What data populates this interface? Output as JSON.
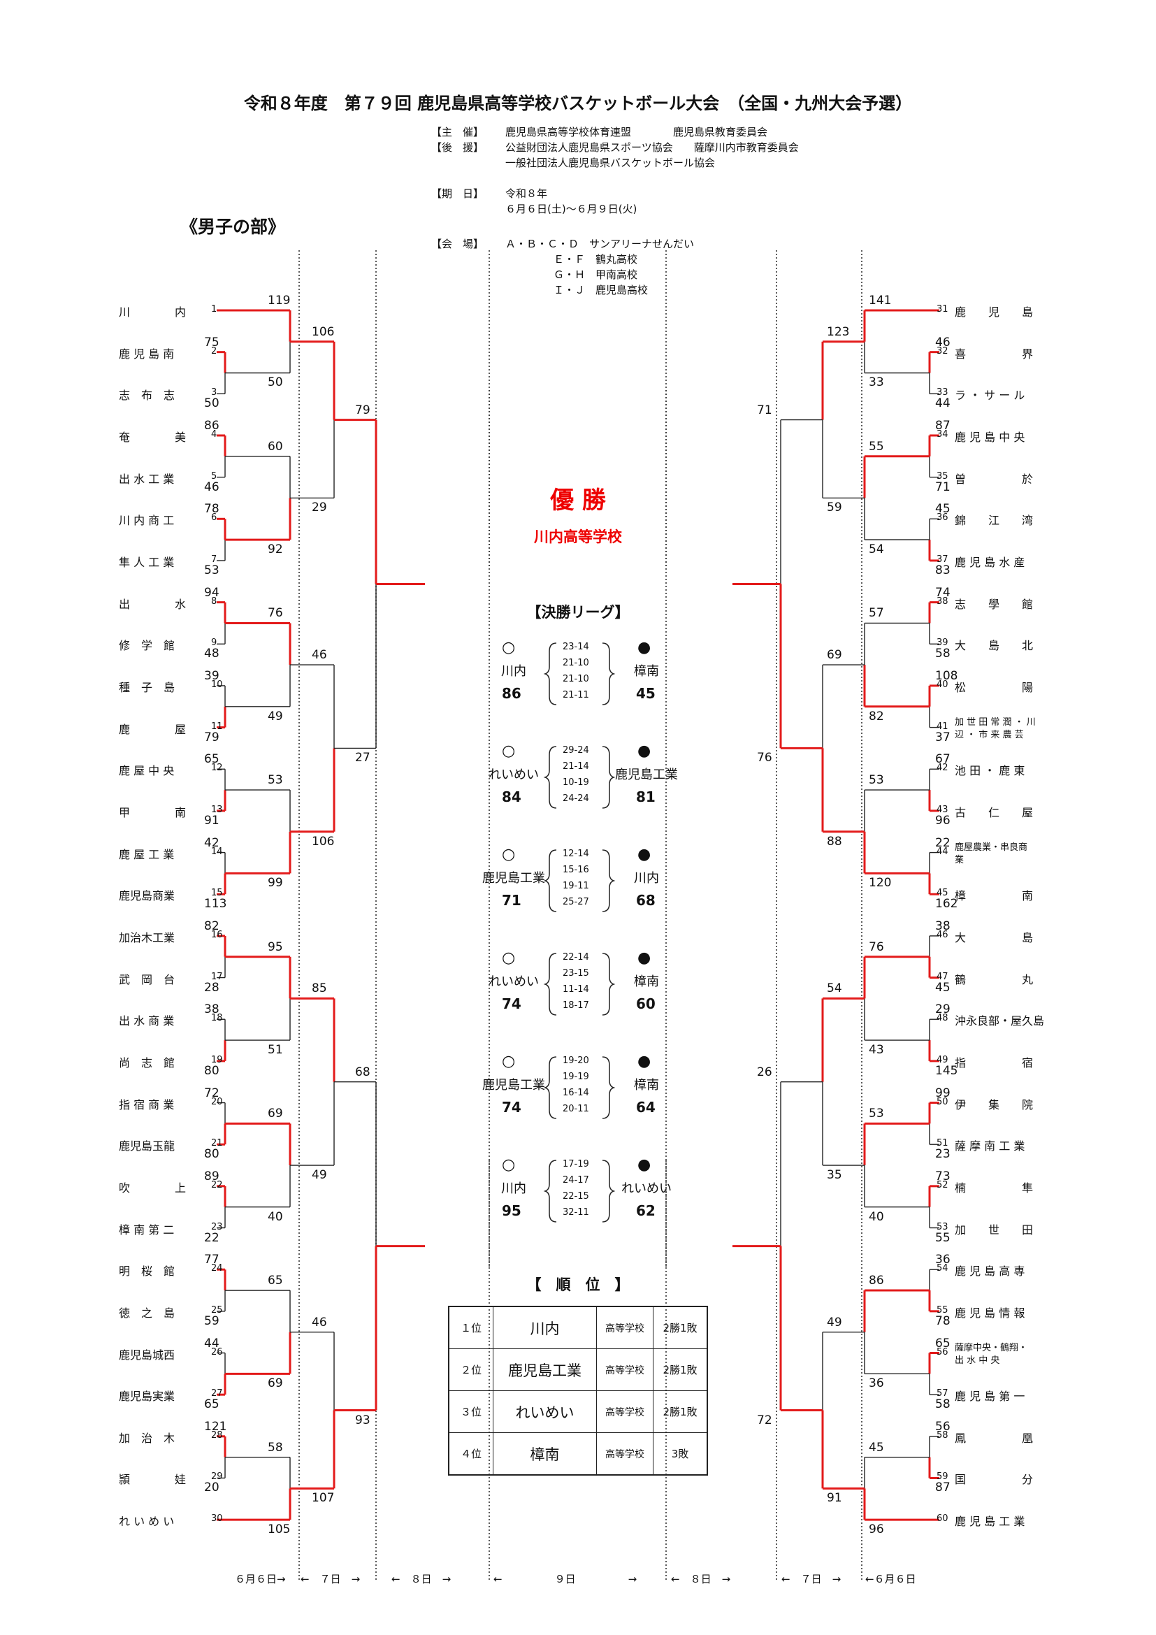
{
  "title": "令和８年度　第７９回 鹿児島県高等学校バスケットボール大会　（全国・九州大会予選）",
  "info": [
    {
      "label": "【主　催】",
      "lines": [
        "鹿児島県高等学校体育連盟　　　　鹿児島県教育委員会"
      ]
    },
    {
      "label": "【後　援】",
      "lines": [
        "公益財団法人鹿児島県スポーツ協会　　薩摩川内市教育委員会",
        "一般社団法人鹿児島県バスケットボール協会"
      ]
    },
    {
      "label": "【期　日】",
      "lines": [
        "令和８年",
        "６月６日(土)～６月９日(火)"
      ]
    },
    {
      "label": "【会　場】",
      "lines": [
        "Ａ・Ｂ・Ｃ・Ｄ　サンアリーナせんだい",
        "Ｅ・Ｆ　鶴丸高校",
        "Ｇ・Ｈ　甲南高校",
        "Ｉ・Ｊ　鹿児島高校"
      ]
    }
  ],
  "division": "《男子の部》",
  "colors": {
    "winner": "#e31b1b",
    "line": "#222222"
  },
  "teams_left": [
    "川　　　　内",
    "鹿 児 島 南",
    "志　布　志",
    "奄　　　　美",
    "出 水 工 業",
    "川 内 商 工",
    "隼 人 工 業",
    "出　　　　水",
    "修　学　館",
    "種　子　島",
    "鹿　　　　屋",
    "鹿 屋 中 央",
    "甲　　　　南",
    "鹿 屋 工 業",
    "鹿児島商業",
    "加治木工業",
    "武　岡　台",
    "出 水 商 業",
    "尚　志　館",
    "指 宿 商 業",
    "鹿児島玉龍",
    "吹　　　　上",
    "樟 南 第 二",
    "明　桜　館",
    "徳　之　島",
    "鹿児島城西",
    "鹿児島実業",
    "加　治　木",
    "頴　　　　娃",
    "れ い め い"
  ],
  "nums_left": [
    "1",
    "2",
    "3",
    "4",
    "5",
    "6",
    "7",
    "8",
    "9",
    "10",
    "11",
    "12",
    "13",
    "14",
    "15",
    "16",
    "17",
    "18",
    "19",
    "20",
    "21",
    "22",
    "23",
    "24",
    "25",
    "26",
    "27",
    "28",
    "29",
    "30"
  ],
  "teams_right": [
    [
      "鹿　　児　　島"
    ],
    [
      "喜　　　　　界"
    ],
    [
      "ラ ・ サ ー ル"
    ],
    [
      "鹿 児 島 中 央"
    ],
    [
      "曽　　　　　於"
    ],
    [
      "錦　　江　　湾"
    ],
    [
      "鹿 児 島 水 産"
    ],
    [
      "志　　學　　館"
    ],
    [
      "大　　島　　北"
    ],
    [
      "松　　　　　陽"
    ],
    [
      "加 世 田 常 潤 ・ 川",
      "辺 ・ 市 来 農 芸"
    ],
    [
      "池 田 ・ 鹿 東"
    ],
    [
      "古　　仁　　屋"
    ],
    [
      "鹿屋農業・串良商",
      "業"
    ],
    [
      "樟　　　　　南"
    ],
    [
      "大　　　　　島"
    ],
    [
      "鶴　　　　　丸"
    ],
    [
      "沖永良部・屋久島"
    ],
    [
      "指　　　　　宿"
    ],
    [
      "伊　　集　　院"
    ],
    [
      "薩 摩 南 工 業"
    ],
    [
      "楠　　　　　隼"
    ],
    [
      "加　　世　　田"
    ],
    [
      "鹿 児 島 高 専"
    ],
    [
      "鹿 児 島 情 報"
    ],
    [
      "薩摩中央・鶴翔・",
      "出 水 中 央"
    ],
    [
      "鹿 児 島 第 一"
    ],
    [
      "鳳　　　　　凰"
    ],
    [
      "国　　　　　分"
    ],
    [
      "鹿 児 島 工 業"
    ]
  ],
  "nums_right": [
    "31",
    "32",
    "33",
    "34",
    "35",
    "36",
    "37",
    "38",
    "39",
    "40",
    "41",
    "42",
    "43",
    "44",
    "45",
    "46",
    "47",
    "48",
    "49",
    "50",
    "51",
    "52",
    "53",
    "54",
    "55",
    "56",
    "57",
    "58",
    "59",
    "60"
  ],
  "scores_left_r1": [
    {
      "a": "75",
      "b": "50"
    },
    {
      "a": "86",
      "b": "46"
    },
    {
      "a": "78",
      "b": "53"
    },
    {
      "a": "94",
      "b": "48"
    },
    {
      "a": "39",
      "b": "79"
    },
    {
      "a": "65",
      "b": "91"
    },
    {
      "a": "42",
      "b": "113"
    },
    {
      "a": "82",
      "b": "28"
    },
    {
      "a": "38",
      "b": "80"
    },
    {
      "a": "72",
      "b": "80"
    },
    {
      "a": "89",
      "b": "22"
    },
    {
      "a": "77",
      "b": "59"
    },
    {
      "a": "44",
      "b": "65"
    },
    {
      "a": "121",
      "b": "20"
    }
  ],
  "scores_left_r2": [
    {
      "a": "119",
      "b": "50"
    },
    {
      "a": "60",
      "b": "92"
    },
    {
      "a": "76",
      "b": "49"
    },
    {
      "a": "53",
      "b": "99"
    },
    {
      "a": "95",
      "b": "51"
    },
    {
      "a": "69",
      "b": "40"
    },
    {
      "a": "65",
      "b": "69"
    },
    {
      "a": "58",
      "b": "105"
    }
  ],
  "scores_left_r3": [
    {
      "a": "106",
      "b": "29"
    },
    {
      "a": "46",
      "b": "106"
    },
    {
      "a": "85",
      "b": "49"
    },
    {
      "a": "46",
      "b": "107"
    }
  ],
  "scores_left_r4": [
    {
      "a": "79",
      "b": "27"
    },
    {
      "a": "68",
      "b": "93"
    }
  ],
  "scores_right_r1": [
    {
      "a": "46",
      "b": "44"
    },
    {
      "a": "87",
      "b": "71"
    },
    {
      "a": "45",
      "b": "83"
    },
    {
      "a": "74",
      "b": "58"
    },
    {
      "a": "108",
      "b": "37"
    },
    {
      "a": "67",
      "b": "96"
    },
    {
      "a": "22",
      "b": "162"
    },
    {
      "a": "38",
      "b": "45"
    },
    {
      "a": "29",
      "b": "145"
    },
    {
      "a": "99",
      "b": "23"
    },
    {
      "a": "73",
      "b": "55"
    },
    {
      "a": "36",
      "b": "78"
    },
    {
      "a": "65",
      "b": "58"
    },
    {
      "a": "56",
      "b": "87"
    }
  ],
  "scores_right_r2": [
    {
      "a": "141",
      "b": "33"
    },
    {
      "a": "55",
      "b": "54"
    },
    {
      "a": "57",
      "b": "82"
    },
    {
      "a": "53",
      "b": "120"
    },
    {
      "a": "76",
      "b": "43"
    },
    {
      "a": "53",
      "b": "40"
    },
    {
      "a": "86",
      "b": "36"
    },
    {
      "a": "45",
      "b": "96"
    }
  ],
  "scores_right_r3": [
    {
      "a": "123",
      "b": "59"
    },
    {
      "a": "69",
      "b": "88"
    },
    {
      "a": "54",
      "b": "35"
    },
    {
      "a": "49",
      "b": "91"
    }
  ],
  "scores_right_r4": [
    {
      "a": "71",
      "b": "76"
    },
    {
      "a": "26",
      "b": "72"
    }
  ],
  "champion": {
    "title": "優 勝",
    "name": "川内高等学校"
  },
  "league": {
    "title": "【決勝リーグ】",
    "win_mark": "○",
    "lose_mark": "●",
    "games": [
      {
        "winner": "川内",
        "w_pts": "86",
        "loser": "樟南",
        "l_pts": "45",
        "sets": [
          "23-14",
          "21-10",
          "21-10",
          "21-11"
        ]
      },
      {
        "winner": "れいめい",
        "w_pts": "84",
        "loser": "鹿児島工業",
        "l_pts": "81",
        "sets": [
          "29-24",
          "21-14",
          "10-19",
          "24-24"
        ]
      },
      {
        "winner": "鹿児島工業",
        "w_pts": "71",
        "loser": "川内",
        "l_pts": "68",
        "sets": [
          "12-14",
          "15-16",
          "19-11",
          "25-27"
        ]
      },
      {
        "winner": "れいめい",
        "w_pts": "74",
        "loser": "樟南",
        "l_pts": "60",
        "sets": [
          "22-14",
          "23-15",
          "11-14",
          "18-17"
        ]
      },
      {
        "winner": "鹿児島工業",
        "w_pts": "74",
        "loser": "樟南",
        "l_pts": "64",
        "sets": [
          "19-20",
          "19-19",
          "16-14",
          "20-11"
        ]
      },
      {
        "winner": "川内",
        "w_pts": "95",
        "loser": "れいめい",
        "l_pts": "62",
        "sets": [
          "17-19",
          "24-17",
          "22-15",
          "32-11"
        ]
      }
    ]
  },
  "ranking": {
    "title": "【　順　位　】",
    "rows": [
      {
        "rank": "１位",
        "team": "川内",
        "type": "高等学校",
        "record": "2勝1敗"
      },
      {
        "rank": "２位",
        "team": "鹿児島工業",
        "type": "高等学校",
        "record": "2勝1敗"
      },
      {
        "rank": "３位",
        "team": "れいめい",
        "type": "高等学校",
        "record": "2勝1敗"
      },
      {
        "rank": "４位",
        "team": "樟南",
        "type": "高等学校",
        "record": "3敗"
      }
    ]
  },
  "dates": [
    "６月６日→",
    "←　７日　→",
    "←　８日　→",
    "←　　　　　９日　　　　　→",
    "←　８日　→",
    "←　７日　→",
    "←６月６日"
  ]
}
